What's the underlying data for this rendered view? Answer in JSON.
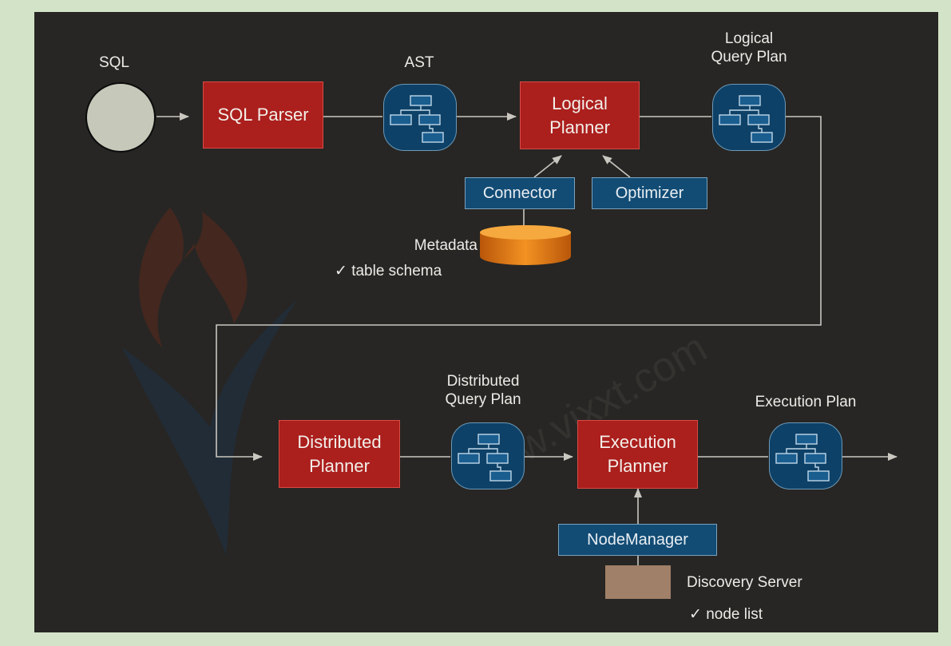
{
  "labels": {
    "sql": "SQL",
    "ast": "AST",
    "logical_query_plan": "Logical\nQuery Plan",
    "distributed_query_plan": "Distributed\nQuery Plan",
    "execution_plan": "Execution Plan",
    "metadata": "Metadata",
    "table_schema": "✓ table schema",
    "discovery_server": "Discovery Server",
    "node_list": "✓ node list"
  },
  "stages": {
    "sql_parser": "SQL Parser",
    "logical_planner": "Logical\nPlanner",
    "distributed_planner": "Distributed\nPlanner",
    "execution_planner": "Execution\nPlanner"
  },
  "helpers": {
    "connector": "Connector",
    "optimizer": "Optimizer",
    "node_manager": "NodeManager"
  },
  "watermark": {
    "text": "www.vixxt.com"
  },
  "colors": {
    "stage_red": "#ab1f1d",
    "helper_blue": "#124c75",
    "plan_icon_blue": "#0e4167",
    "metadata_orange": "#e07a10",
    "discovery_brown": "#a08068",
    "arrow": "#c9c7c0"
  }
}
